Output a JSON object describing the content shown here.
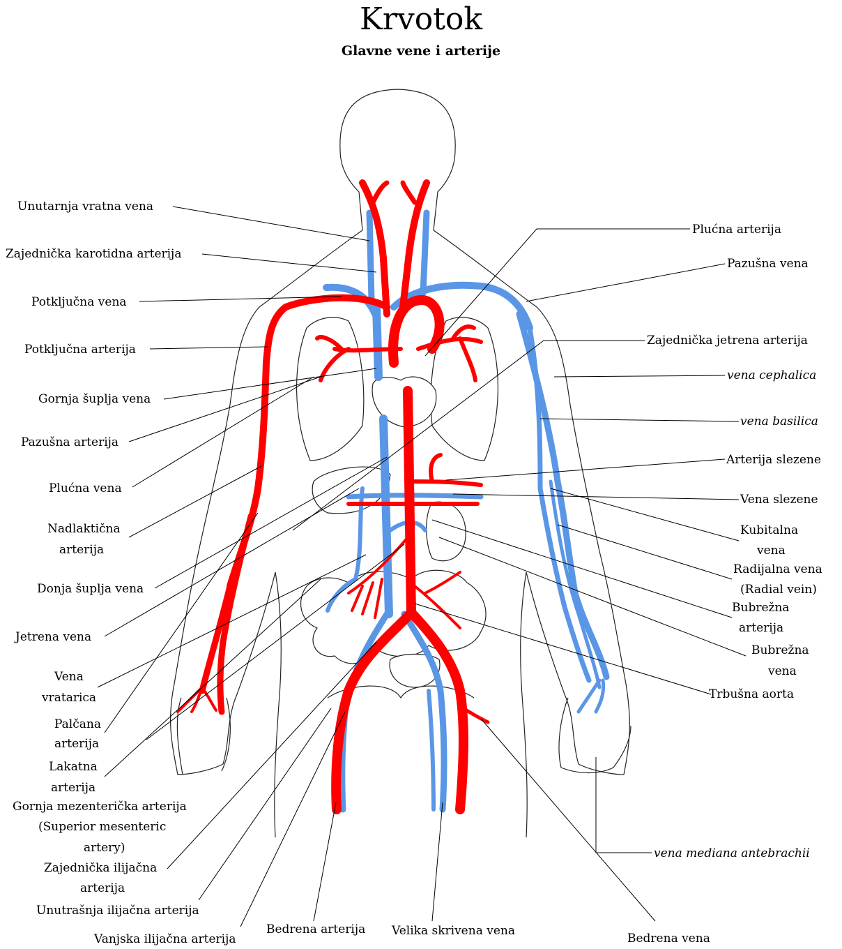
{
  "header": {
    "title": "Krvotok",
    "subtitle": "Glavne vene i arterije"
  },
  "colors": {
    "artery": "#ff0000",
    "vein": "#5a96e6",
    "outline": "#222222"
  },
  "labels": {
    "unutarnja_vratna_vena": "Unutarnja vratna vena",
    "zajednicka_karotidna_arterija": "Zajednička karotidna arterija",
    "potkljucna_vena": "Potključna vena",
    "potkljucna_arterija": "Potključna arterija",
    "gornja_suplja_vena": "Gornja šuplja vena",
    "pazusna_arterija": "Pazušna arterija",
    "plucna_vena": "Plućna vena",
    "nadlaktiicna_arterija_1": "Nadlaktična",
    "nadlaktiicna_arterija_2": "arterija",
    "donja_suplja_vena": "Donja šuplja vena",
    "jetrena_vena": "Jetrena vena",
    "vena_vratarica_1": "Vena",
    "vena_vratarica_2": "vratarica",
    "palcana_arterija_1": "Palčana",
    "palcana_arterija_2": "arterija",
    "lakatna_arterija_1": "Lakatna",
    "lakatna_arterija_2": "arterija",
    "gornja_mezentericka_1": "Gornja mezenterička arterija",
    "gornja_mezentericka_2": "(Superior mesenteric",
    "gornja_mezentericka_3": "artery)",
    "zajednicka_ilijacna_1": "Zajednička ilijačna",
    "zajednicka_ilijacna_2": "arterija",
    "unutrasnja_ilijacna_arterija": "Unutrašnja ilijačna arterija",
    "vanjska_ilijacna_arterija": "Vanjska ilijačna arterija",
    "bedrena_arterija": "Bedrena arterija",
    "velika_skrivena_vena": "Velika skrivena vena",
    "bedrena_vena": "Bedrena vena",
    "plucna_arterija": "Plućna arterija",
    "pazusna_vena": "Pazušna vena",
    "zajednicka_jetrena_arterija": "Zajednička jetrena arterija",
    "vena_cephalica": "vena cephalica",
    "vena_basilica": "vena basilica",
    "arterija_slezene": "Arterija slezene",
    "vena_slezene": "Vena slezene",
    "kubitalna_vena_1": "Kubitalna",
    "kubitalna_vena_2": "vena",
    "radijalna_vena_1": "Radijalna vena",
    "radijalna_vena_2": "(Radial vein)",
    "bubrezna_arterija_1": "Bubrežna",
    "bubrezna_arterija_2": "arterija",
    "bubrezna_vena_1": "Bubrežna",
    "bubrezna_vena_2": "vena",
    "trbusna_aorta": "Trbušna aorta",
    "vena_mediana_antebrachii": "vena mediana antebrachii"
  }
}
